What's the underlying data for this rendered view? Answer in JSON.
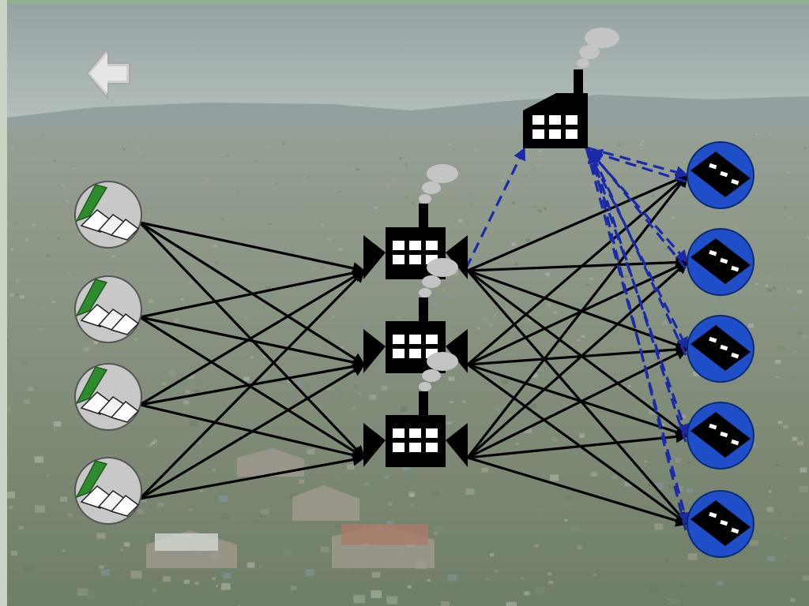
{
  "colors": {
    "sky": "#9aa6a8",
    "ground": "#6f7f68",
    "network_arrow": "#000000",
    "dashed_arrow": "#1a2aa8",
    "market_circle": "#1f4fc8",
    "source_circle": "#c8c8c8",
    "source_arrow": "#2e8b2e",
    "smoke": "#c4c4c4"
  },
  "icons": {
    "back": "back-arrow-icon",
    "source": "recycling-source-icon",
    "plant": "factory-icon",
    "central_plant": "factory-icon",
    "market": "market-tray-icon"
  },
  "diagram": {
    "sources": [
      {
        "id": "s1"
      },
      {
        "id": "s2"
      },
      {
        "id": "s3"
      },
      {
        "id": "s4"
      }
    ],
    "plants": [
      {
        "id": "p1"
      },
      {
        "id": "p2"
      },
      {
        "id": "p3"
      }
    ],
    "central_plant": {
      "id": "c1"
    },
    "markets": [
      {
        "id": "m1"
      },
      {
        "id": "m2"
      },
      {
        "id": "m3"
      },
      {
        "id": "m4"
      },
      {
        "id": "m5"
      }
    ],
    "links": {
      "sources_to_plants": "all",
      "plants_to_markets": "all",
      "plant_to_central": [
        "p1"
      ],
      "central_to_markets": "all"
    }
  }
}
